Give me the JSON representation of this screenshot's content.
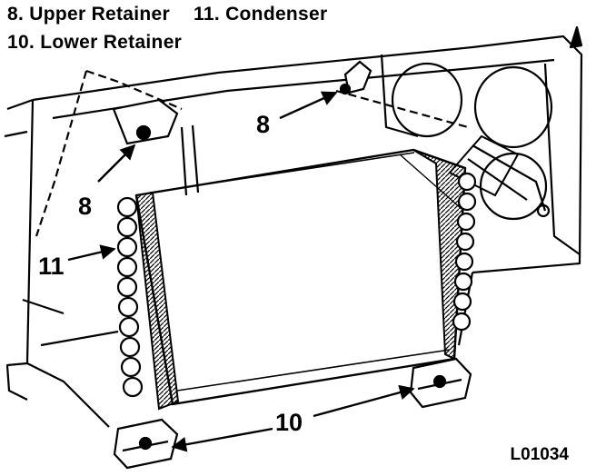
{
  "legend": {
    "row1": [
      {
        "number": "8.",
        "label": "Upper Retainer"
      },
      {
        "number": "11.",
        "label": "Condenser"
      }
    ],
    "row2": [
      {
        "number": "10.",
        "label": "Lower Retainer"
      }
    ]
  },
  "callouts": {
    "upper_retainer_left": "8",
    "upper_retainer_right": "8",
    "condenser": "11",
    "lower_retainer": "10"
  },
  "figure_id": "L01034",
  "colors": {
    "ink": "#000000",
    "paper": "#ffffff"
  }
}
